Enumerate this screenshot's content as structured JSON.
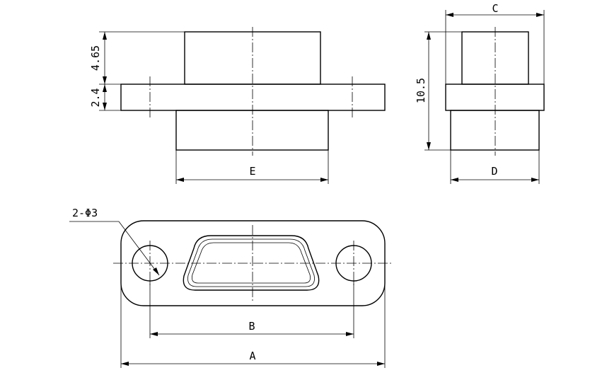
{
  "dimensions": {
    "top_height": "4.65",
    "flange_thickness": "2.4",
    "overall_height": "10.5",
    "width_e": "E",
    "width_c": "C",
    "width_d": "D",
    "hole_spacing_b": "B",
    "overall_length_a": "A",
    "hole_callout": "2-Φ3"
  }
}
